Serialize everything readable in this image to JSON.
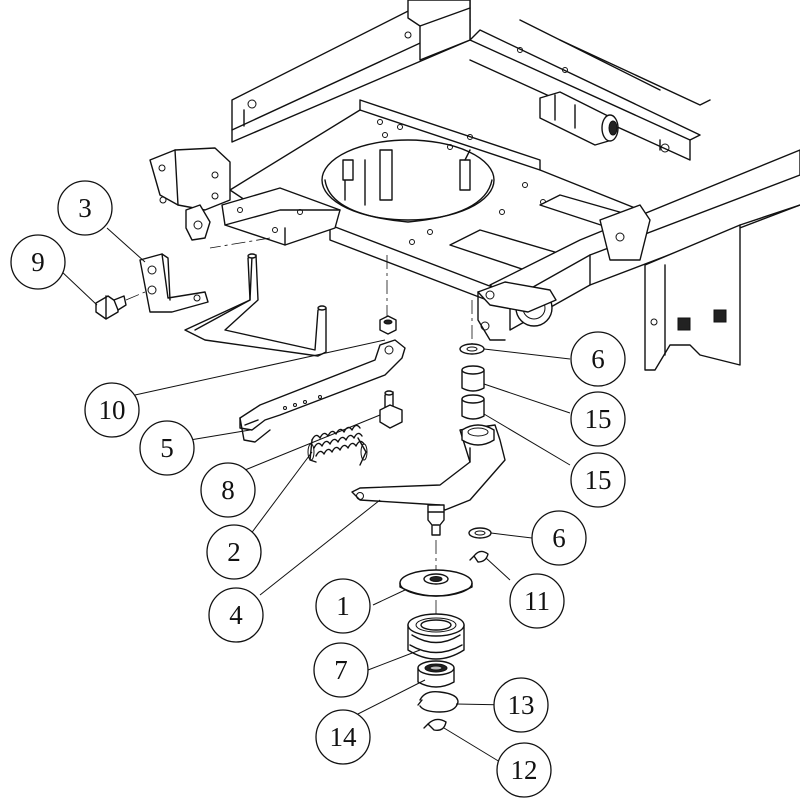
{
  "callouts": [
    {
      "id": "c3",
      "label": "3"
    },
    {
      "id": "c9",
      "label": "9"
    },
    {
      "id": "c10",
      "label": "10"
    },
    {
      "id": "c5",
      "label": "5"
    },
    {
      "id": "c8",
      "label": "8"
    },
    {
      "id": "c2",
      "label": "2"
    },
    {
      "id": "c4",
      "label": "4"
    },
    {
      "id": "c6a",
      "label": "6"
    },
    {
      "id": "c15a",
      "label": "15"
    },
    {
      "id": "c15b",
      "label": "15"
    },
    {
      "id": "c6b",
      "label": "6"
    },
    {
      "id": "c11",
      "label": "11"
    },
    {
      "id": "c1",
      "label": "1"
    },
    {
      "id": "c7",
      "label": "7"
    },
    {
      "id": "c14",
      "label": "14"
    },
    {
      "id": "c13",
      "label": "13"
    },
    {
      "id": "c12",
      "label": "12"
    }
  ]
}
